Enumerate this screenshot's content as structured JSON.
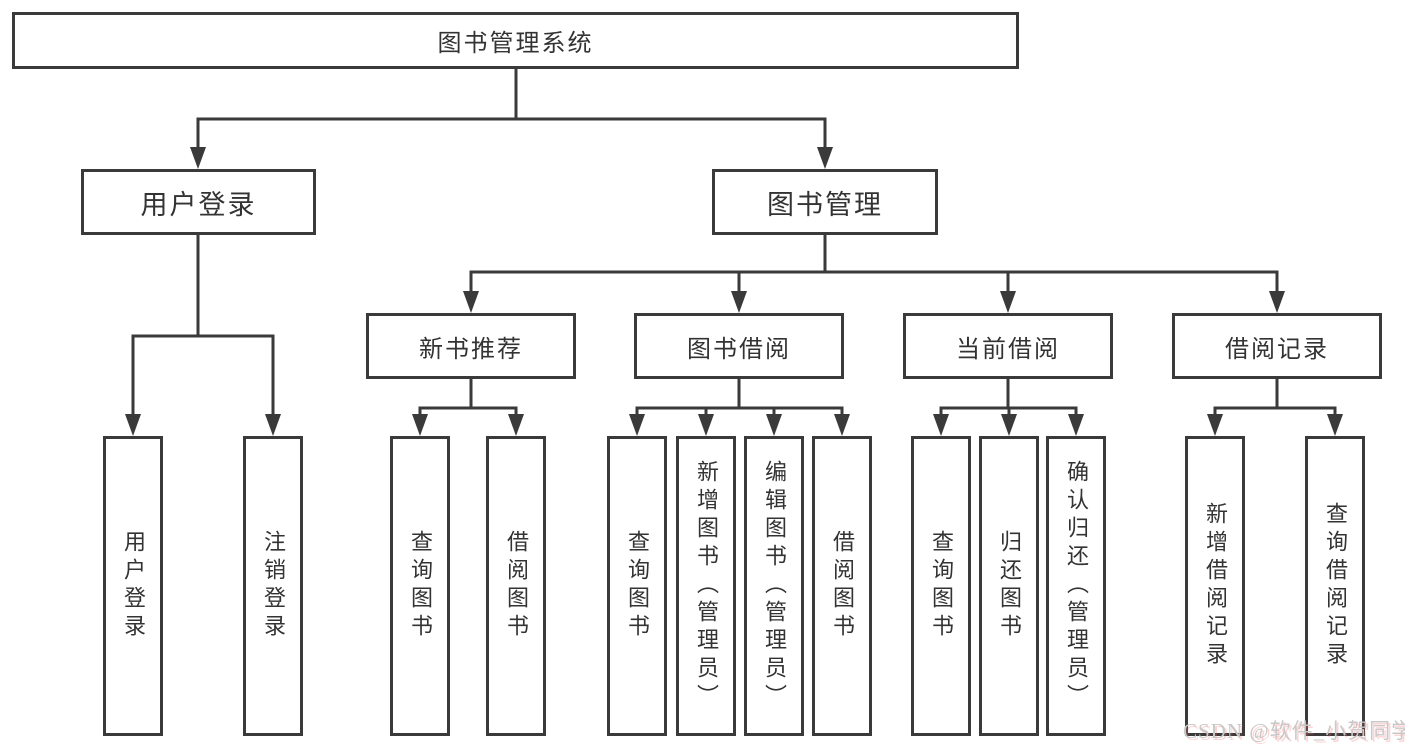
{
  "title": {
    "label": "图书管理系统"
  },
  "level2": [
    {
      "label": "用户登录"
    },
    {
      "label": "图书管理"
    }
  ],
  "level3": [
    {
      "label": "新书推荐"
    },
    {
      "label": "图书借阅"
    },
    {
      "label": "当前借阅"
    },
    {
      "label": "借阅记录"
    }
  ],
  "leaves": [
    {
      "label": "用户登录"
    },
    {
      "label": "注销登录"
    },
    {
      "label": "查询图书"
    },
    {
      "label": "借阅图书"
    },
    {
      "label": "查询图书"
    },
    {
      "label": "新增图书（管理员）"
    },
    {
      "label": "编辑图书（管理员）"
    },
    {
      "label": "借阅图书"
    },
    {
      "label": "查询图书"
    },
    {
      "label": "归还图书"
    },
    {
      "label": "确认归还（管理员）"
    },
    {
      "label": "新增借阅记录"
    },
    {
      "label": "查询借阅记录"
    }
  ],
  "watermark": {
    "label": "CSDN @软件_小贺同学"
  },
  "colors": {
    "line": "#3a3a3a",
    "text": "#333333",
    "background": "#ffffff",
    "watermark": "#c8c8c8"
  }
}
